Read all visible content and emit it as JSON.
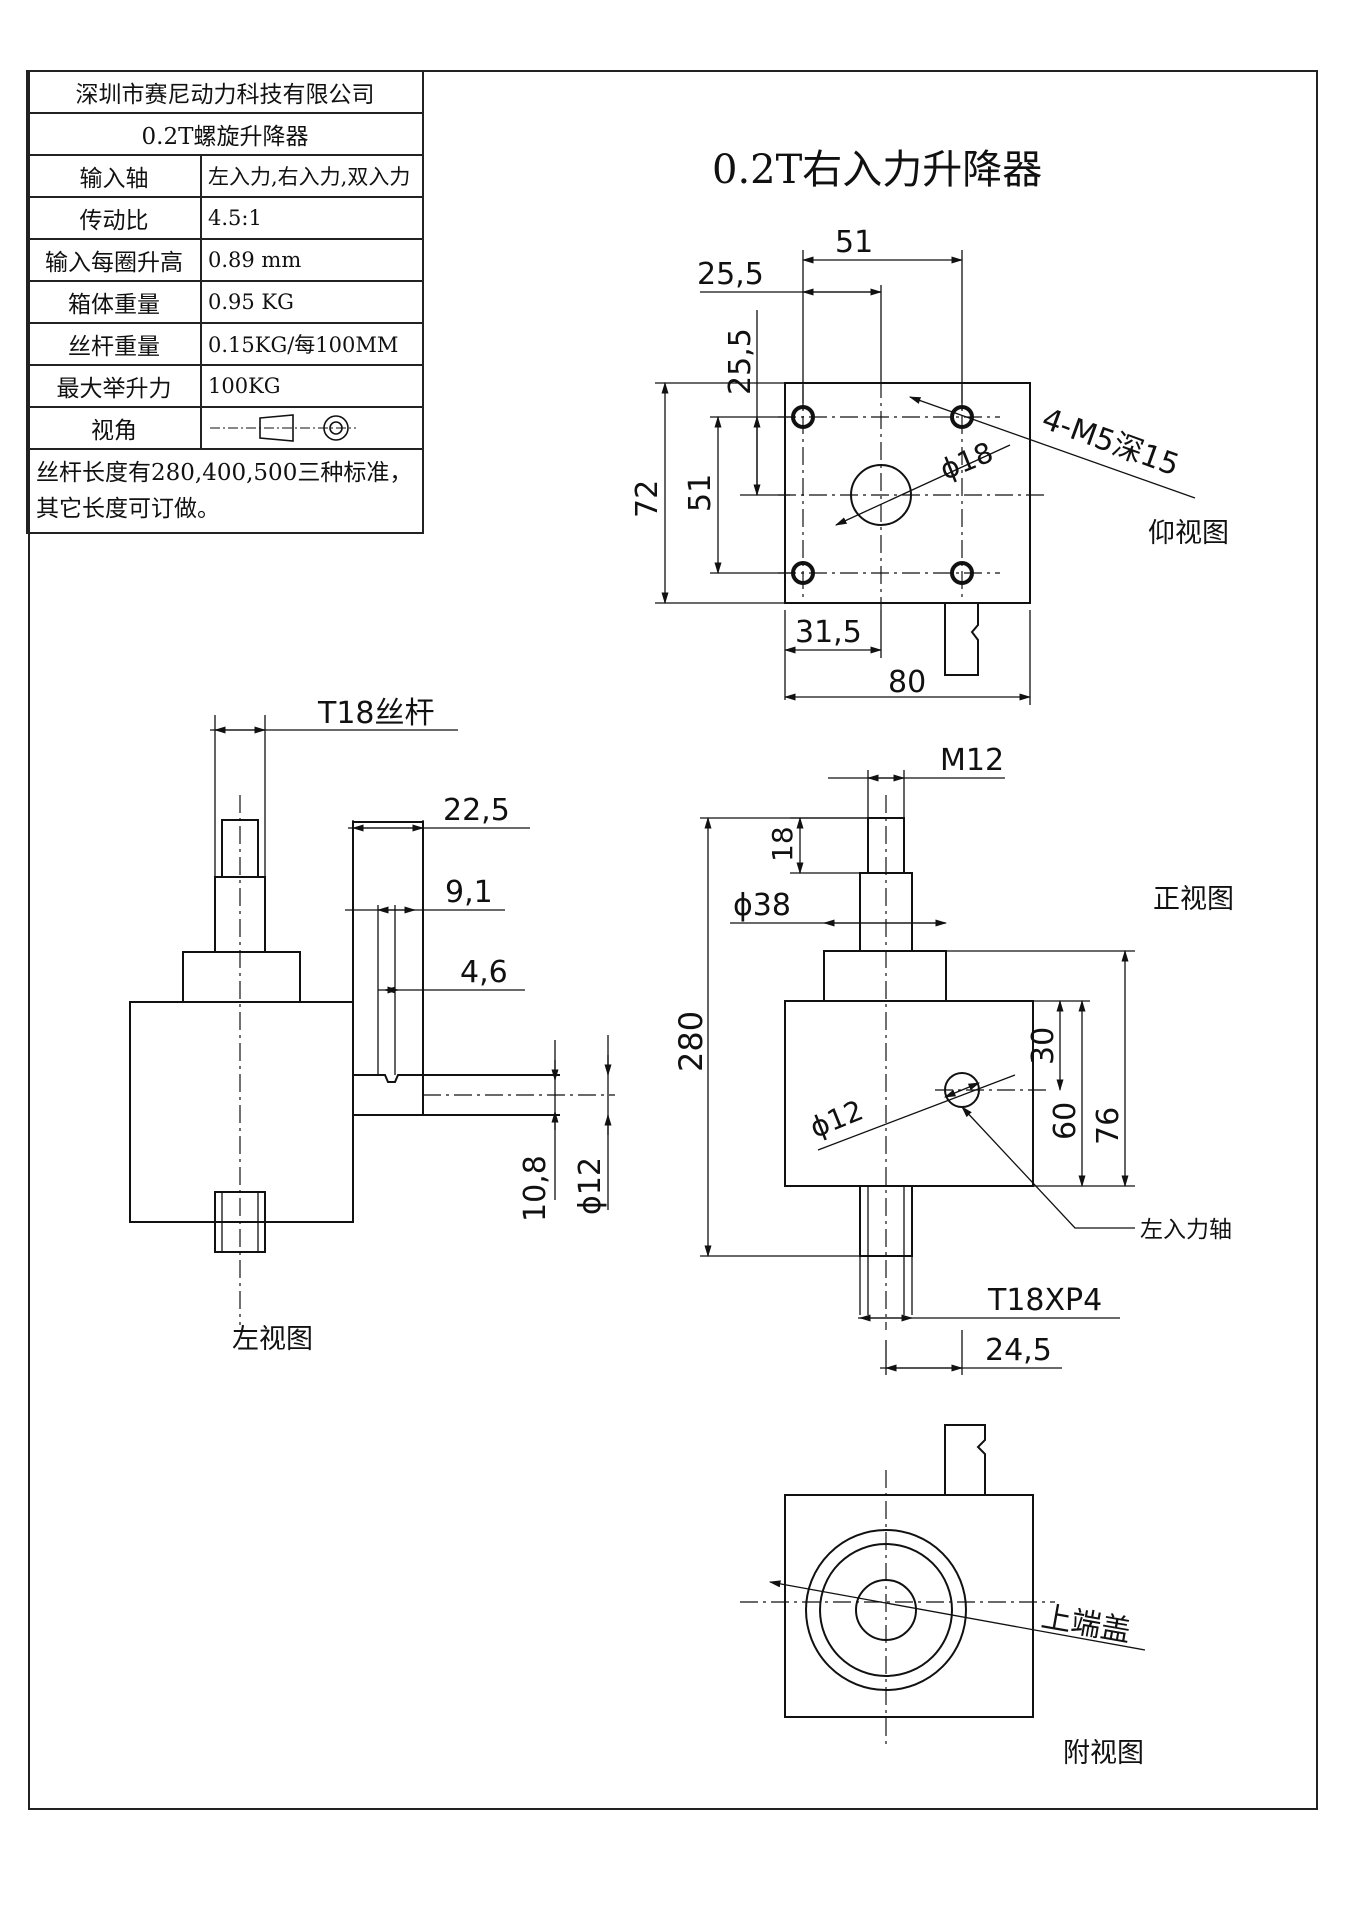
{
  "spec_table": {
    "company": "深圳市赛尼动力科技有限公司",
    "product": "0.2T螺旋升降器",
    "rows": [
      {
        "label": "输入轴",
        "value": "左入力,右入力,双入力"
      },
      {
        "label": "传动比",
        "value": "4.5:1"
      },
      {
        "label": "输入每圈升高",
        "value": "0.89 mm"
      },
      {
        "label": "箱体重量",
        "value": "0.95 KG"
      },
      {
        "label": "丝杆重量",
        "value": "0.15KG/每100MM"
      },
      {
        "label": "最大举升力",
        "value": "100KG"
      },
      {
        "label": "视角",
        "value": ""
      }
    ],
    "note": "丝杆长度有280,400,500三种标准，其它长度可订做。"
  },
  "drawing": {
    "title": "0.2T右入力升降器",
    "views": {
      "bottom": "仰视图",
      "front": "正视图",
      "left": "左视图",
      "aux": "附视图"
    },
    "dims": {
      "d51_top": "51",
      "d25_5_top": "25,5",
      "d25_5_side": "25,5",
      "d72": "72",
      "d51_side": "51",
      "d18": "ϕ18",
      "holes": "4-M5深15",
      "d31_5": "31,5",
      "d80": "80",
      "t18_rod": "T18丝杆",
      "d22_5": "22,5",
      "d9_1": "9,1",
      "d4_6": "4,6",
      "d10_8": "10,8",
      "d12_left": "ϕ12",
      "m12": "M12",
      "d18_front": "18",
      "d38": "ϕ38",
      "d280": "280",
      "d30": "30",
      "d60": "60",
      "d76": "76",
      "d12_front": "ϕ12",
      "left_shaft": "左入力轴",
      "t18xp4": "T18XP4",
      "d24_5": "24,5",
      "top_cap": "上端盖"
    }
  }
}
